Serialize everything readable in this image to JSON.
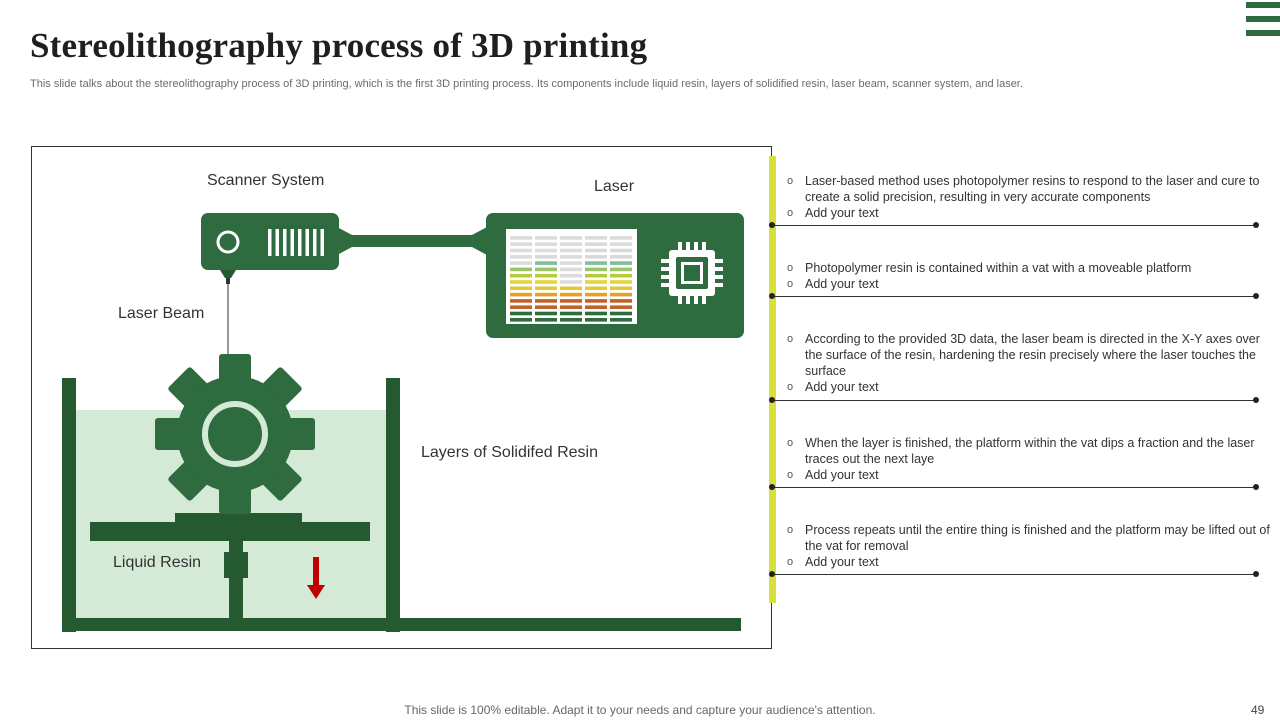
{
  "slide": {
    "title": "Stereolithography process of 3D printing",
    "subtitle": "This slide talks about the stereolithography process of 3D printing, which is the first 3D printing process. Its components include liquid resin, layers of solidified resin, laser beam, scanner system, and laser.",
    "footer": "This slide is 100% editable. Adapt it to your needs and capture your audience's attention.",
    "page_number": "49"
  },
  "colors": {
    "dark_green": "#2e6b3f",
    "tank_green": "#25592f",
    "resin_fill": "#d4ead6",
    "timeline_yellow": "#d9e03a",
    "arrow_red": "#c00000"
  },
  "diagram": {
    "labels": {
      "scanner": "Scanner System",
      "laser": "Laser",
      "beam": "Laser Beam",
      "layers": "Layers of Solidifed Resin",
      "resin": "Liquid Resin"
    },
    "icons": [
      "scanner-icon",
      "lens-icon",
      "vent-icon",
      "laser-machine-icon",
      "equalizer-display-icon",
      "chip-icon",
      "gear-icon",
      "down-arrow-icon",
      "vat-icon",
      "platform-icon"
    ]
  },
  "steps": [
    {
      "text": "Laser-based method uses photopolymer resins to respond to the laser and cure to create a solid precision, resulting in very accurate components",
      "add": "Add your text"
    },
    {
      "text": "Photopolymer resin is contained within a vat with a moveable  platform",
      "add": "Add your text"
    },
    {
      "text": "According to the provided  3D data, the laser beam is directed in the X-Y axes over the surface of the resin, hardening the resin precisely where the laser touches the surface",
      "add": "Add your text"
    },
    {
      "text": "When the layer is finished, the platform within the vat dips a fraction and the laser traces out the next laye",
      "add": "Add your text"
    },
    {
      "text": "Process repeats until the entire thing is finished and the platform may be lifted out of the vat for removal",
      "add": "Add your text"
    }
  ]
}
